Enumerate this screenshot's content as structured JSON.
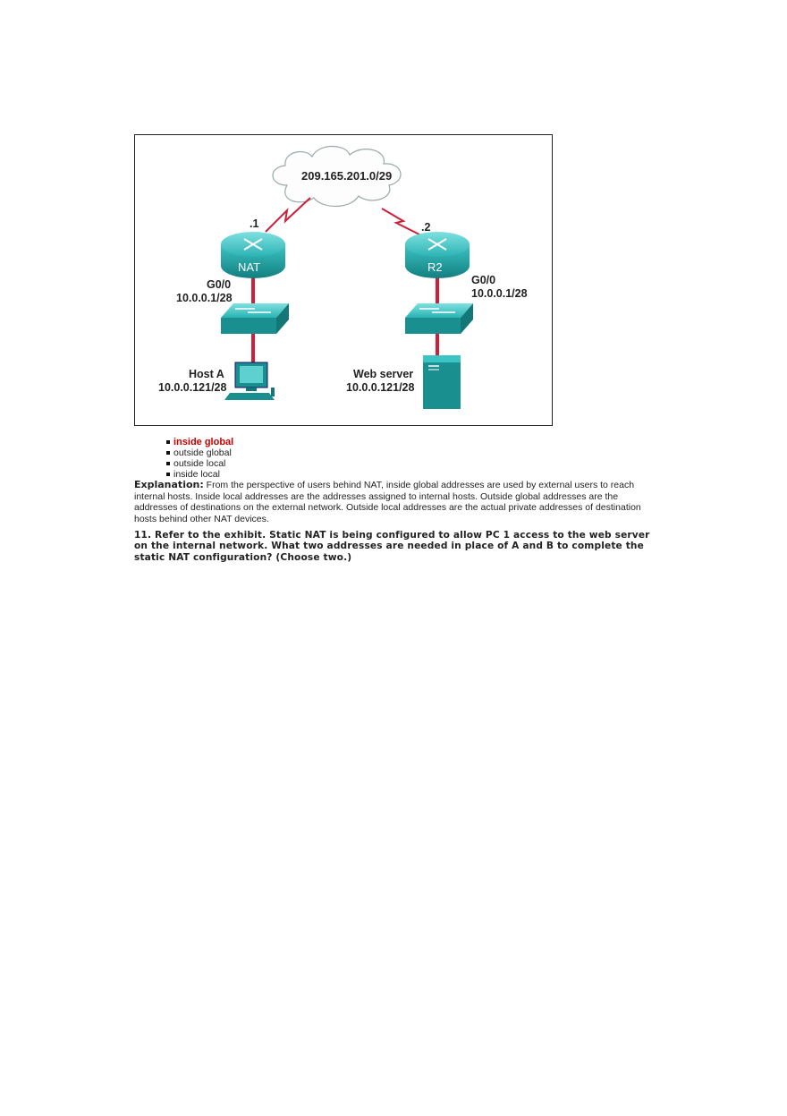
{
  "exhibit": {
    "cloud_label": "209.165.201.0/29",
    "nat_router": {
      "name": "NAT",
      "link_suffix": ".1",
      "interface": "G0/0",
      "address": "10.0.0.1/28"
    },
    "r2_router": {
      "name": "R2",
      "link_suffix": ".2",
      "interface": "G0/0",
      "address": "10.0.0.1/28"
    },
    "host_a": {
      "name": "Host A",
      "address": "10.0.0.121/28"
    },
    "web_server": {
      "name": "Web server",
      "address": "10.0.0.121/28"
    },
    "colors": {
      "device": "#1e9e9e",
      "link": "#cc1f3a",
      "wan": "#cc1f3a"
    }
  },
  "options": [
    {
      "label": "inside global",
      "correct": true
    },
    {
      "label": "outside global",
      "correct": false
    },
    {
      "label": "outside local",
      "correct": false
    },
    {
      "label": "inside local",
      "correct": false
    }
  ],
  "explanation": {
    "label": "Explanation:",
    "text": " From the perspective of users behind NAT, inside global addresses are used by external users to reach internal hosts. Inside local addresses are the addresses assigned to internal hosts. Outside global addresses are the addresses of destinations on the external network. Outside local addresses are the actual private addresses of destination hosts behind other NAT devices."
  },
  "question": "11. Refer to the exhibit. Static NAT is being configured to allow PC 1 access to the web server on the internal network. What two addresses are needed in place of A and B to complete the static NAT configuration? (Choose two.)"
}
